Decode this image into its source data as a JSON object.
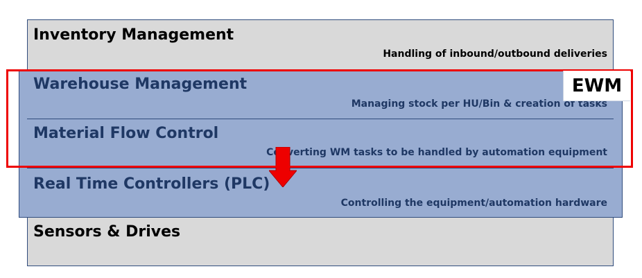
{
  "layers": [
    {
      "title": "Inventory Management",
      "description": "Handling of inbound/outbound deliveries"
    },
    {
      "title": "Warehouse Management",
      "description": "Managing stock per HU/Bin & creation of tasks"
    },
    {
      "title": "Material Flow Control",
      "description": "Converting WM tasks to be handled by automation equipment"
    },
    {
      "title": "Real Time Controllers (PLC)",
      "description": "Controlling the equipment/automation hardware"
    },
    {
      "title": "Sensors & Drives",
      "description": ""
    }
  ],
  "highlight": {
    "label": "EWM"
  },
  "colors": {
    "gray_layer": "#d9d9d9",
    "blue_layer": "#98acd1",
    "border": "#2f4b7c",
    "navy_text": "#1f3864",
    "highlight": "#ee0000"
  },
  "icons": {
    "flow_arrow": "arrow-down-icon"
  }
}
